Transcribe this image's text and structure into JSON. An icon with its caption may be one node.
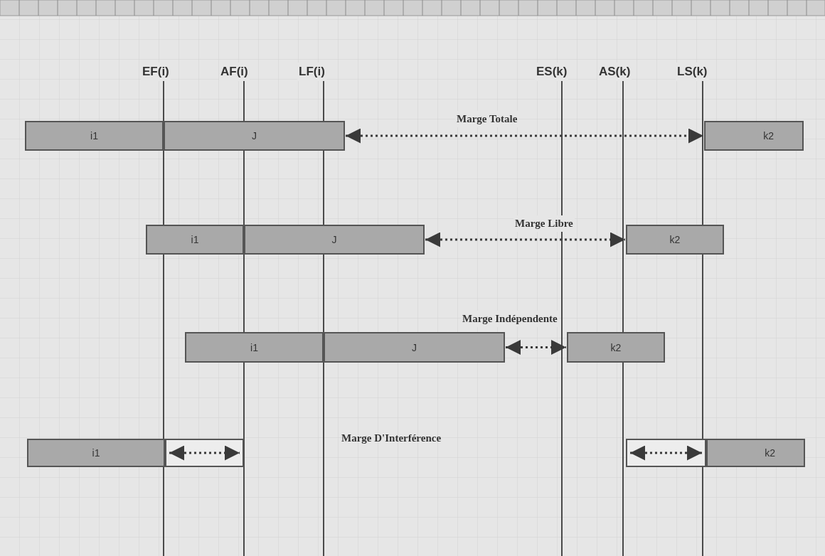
{
  "diagram": {
    "nodes": [
      {
        "text": [
          "i1"
        ]
      },
      {
        "text": [
          "J"
        ]
      },
      {
        "text": [
          "k2"
        ]
      },
      {
        "text": [
          "i1"
        ]
      },
      {
        "text": [
          "J"
        ]
      },
      {
        "text": [
          "k2"
        ]
      },
      {
        "text": [
          "i1"
        ]
      },
      {
        "text": [
          "J"
        ]
      },
      {
        "text": [
          "k2"
        ]
      },
      {
        "text": [
          "i1"
        ]
      },
      {
        "text": [],
        "shape": "box"
      },
      {
        "text": [],
        "shape": "box"
      },
      {
        "text": [
          "k2"
        ]
      }
    ],
    "edges": [
      {
        "from": 1,
        "to": 2,
        "arrow": "both",
        "style": "dashed",
        "label": "Marge Totale"
      },
      {
        "from": 4,
        "to": 5,
        "arrow": "both",
        "style": "dashed",
        "label": "Marge Libre"
      },
      {
        "from": 7,
        "to": 8,
        "arrow": "both",
        "style": "dashed",
        "label": "Marge Indépendente"
      }
    ],
    "labels": [
      "EF(i)",
      "AF(i)",
      "LF(i)",
      "ES(k)",
      "AS(k)",
      "LS(k)",
      "Marge D'Interférence"
    ]
  }
}
